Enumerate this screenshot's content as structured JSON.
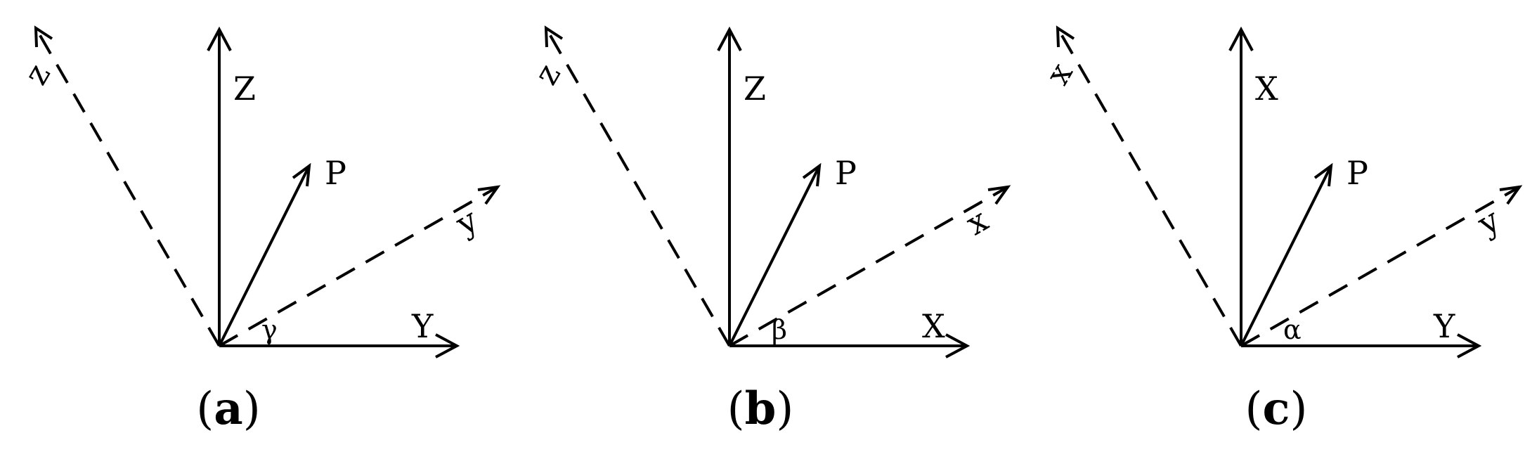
{
  "panels": [
    {
      "id": "a",
      "caption_open": "(",
      "caption_letter": "a",
      "caption_close": ")",
      "vertical_label": "Z",
      "horizontal_label": "Y",
      "vector_label": "P",
      "dashed_upper_label": "z",
      "dashed_lower_label": "y",
      "angle_label": "γ"
    },
    {
      "id": "b",
      "caption_open": "(",
      "caption_letter": "b",
      "caption_close": ")",
      "vertical_label": "Z",
      "horizontal_label": "X",
      "vector_label": "P",
      "dashed_upper_label": "z",
      "dashed_lower_label": "x",
      "angle_label": "β"
    },
    {
      "id": "c",
      "caption_open": "(",
      "caption_letter": "c",
      "caption_close": ")",
      "vertical_label": "X",
      "horizontal_label": "Y",
      "vector_label": "P",
      "dashed_upper_label": "x",
      "dashed_lower_label": "y",
      "angle_label": "α"
    }
  ]
}
